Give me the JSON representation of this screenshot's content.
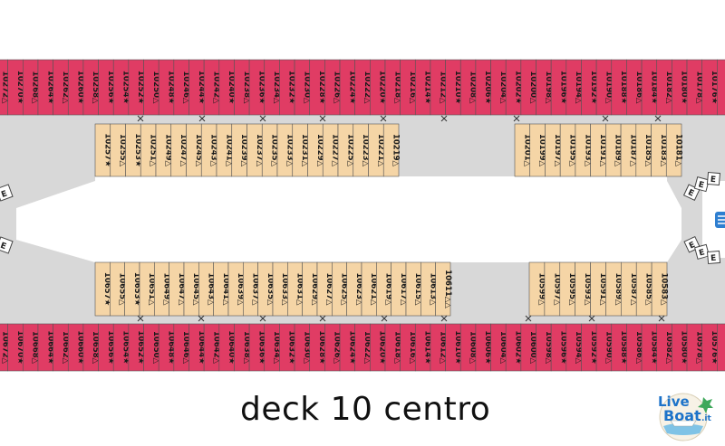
{
  "title": "deck 10 centro",
  "logo": {
    "line1": "Live",
    "line2": "Boat",
    "suffix": ".it"
  },
  "elevator_label": "E",
  "colors": {
    "red_cabin": "#e03c64",
    "beige_cabin": "#f5d5a6",
    "corridor": "#d8d8d8",
    "stroke": "#555555",
    "elevator_blue": "#2f7fd0"
  },
  "top_row": [
    "10272△",
    "10270★",
    "10268△",
    "10264★",
    "10262△",
    "10260★",
    "10258△",
    "10256★",
    "10254★",
    "10252★",
    "10250△",
    "10248★",
    "10246△",
    "10244★",
    "10242△",
    "10240★",
    "10238△",
    "10236★",
    "10234△",
    "10232★",
    "10230△",
    "10228★",
    "10226△",
    "10224★",
    "10222△",
    "10220★",
    "10218△",
    "10216△",
    "10214★",
    "10212△",
    "10210★",
    "10208△",
    "10206★",
    "10204△",
    "10202★",
    "10200△",
    "10198△",
    "10196★",
    "10194△",
    "10192★",
    "10190△",
    "10188★",
    "10186△",
    "10184★",
    "10182△",
    "10180★",
    "10178△",
    "10176★",
    "10174△"
  ],
  "upper_left_block": [
    "10257★",
    "10255△",
    "10253★",
    "10251△",
    "10249△",
    "10247△",
    "10245△",
    "10243△",
    "10241△",
    "10239△",
    "10237△",
    "10235△",
    "10233△",
    "10231△",
    "10229△",
    "10227△",
    "10225△",
    "10223△",
    "10221△",
    "10219△"
  ],
  "upper_right_block": [
    "10201△",
    "10199△",
    "10197△",
    "10195△",
    "10193△",
    "10191△",
    "10189△",
    "10187△",
    "10185△",
    "10183△",
    "10181△"
  ],
  "lower_left_block": [
    "10657★",
    "10655△",
    "10653★",
    "10651△",
    "10649△",
    "10647△",
    "10645△",
    "10643△",
    "10641△",
    "10639△",
    "10637△",
    "10635△",
    "10633△",
    "10631△",
    "10629△",
    "10627△",
    "10625△",
    "10623△",
    "10621△",
    "10619△",
    "10617△",
    "10615△",
    "10613△",
    "10611△△"
  ],
  "lower_right_block": [
    "10599△",
    "10597△",
    "10595△",
    "10593△",
    "10591△",
    "10589△",
    "10587△",
    "10585△",
    "10583△"
  ],
  "bottom_row": [
    "10672△",
    "10670★",
    "10668△",
    "10664★",
    "10662△",
    "10660★",
    "10658△",
    "10656★",
    "10654★",
    "10652★",
    "10650△",
    "10648★",
    "10646△",
    "10644★",
    "10642△",
    "10640★",
    "10638△",
    "10636★",
    "10634△",
    "10632★",
    "10630△",
    "10628★",
    "10626△",
    "10624★",
    "10622△",
    "10620★",
    "10618△",
    "10616△",
    "10614★",
    "10612△",
    "10610★",
    "10608△",
    "10606★",
    "10604△",
    "10602★",
    "10600△",
    "10598△",
    "10596★",
    "10594△",
    "10592★",
    "10590△",
    "10588★",
    "10586△",
    "10584★",
    "10582△",
    "10580★",
    "10578△",
    "10576★",
    "10574△"
  ]
}
